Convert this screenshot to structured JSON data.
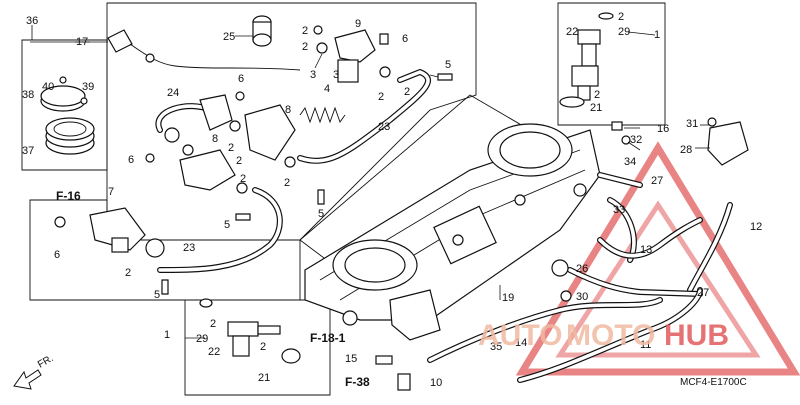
{
  "diagram": {
    "callouts": {
      "c36": "36",
      "c17": "17",
      "c40": "40",
      "c39": "39",
      "c38": "38",
      "c37": "37",
      "c25": "25",
      "c2a": "2",
      "c3a": "3",
      "c9": "9",
      "c6a": "6",
      "c2b": "2",
      "c3b": "3",
      "c5a": "5",
      "c2c": "2",
      "c4": "4",
      "c2d": "2",
      "c2e": "2",
      "c29a": "29",
      "c22a": "22",
      "c1a": "1",
      "c2f": "2",
      "c21a": "21",
      "c24": "24",
      "c6b": "6",
      "c8a": "8",
      "c8b": "8",
      "c2g": "2",
      "c6c": "6",
      "c23a": "23",
      "c7": "7",
      "c6d": "6",
      "c2h": "2",
      "c5b": "5",
      "c23b": "23",
      "c5c": "5",
      "c2i": "2",
      "c5d": "5",
      "c2j": "2",
      "c2k": "2",
      "c16": "16",
      "c32": "32",
      "c31": "31",
      "c28": "28",
      "c34": "34",
      "c27a": "27",
      "c33": "33",
      "c12": "12",
      "c13": "13",
      "c26": "26",
      "c30": "30",
      "c27b": "27",
      "c19": "19",
      "c14": "14",
      "c35": "35",
      "c11": "11",
      "c1b": "1",
      "c2l": "2",
      "c29b": "29",
      "c22b": "22",
      "c2m": "2",
      "c21b": "21",
      "c15": "15",
      "c10": "10"
    },
    "refs": {
      "f16": "F-16",
      "f181": "F-18-1",
      "f38": "F-38"
    },
    "front_label": "FR.",
    "diagram_code": "MCF4-E1700C"
  },
  "watermark": {
    "text_a": "AUTO",
    "text_b": "MOTO",
    "text_c": "HUB",
    "color": "#e25b5b",
    "color_light": "#f0b9a0"
  }
}
